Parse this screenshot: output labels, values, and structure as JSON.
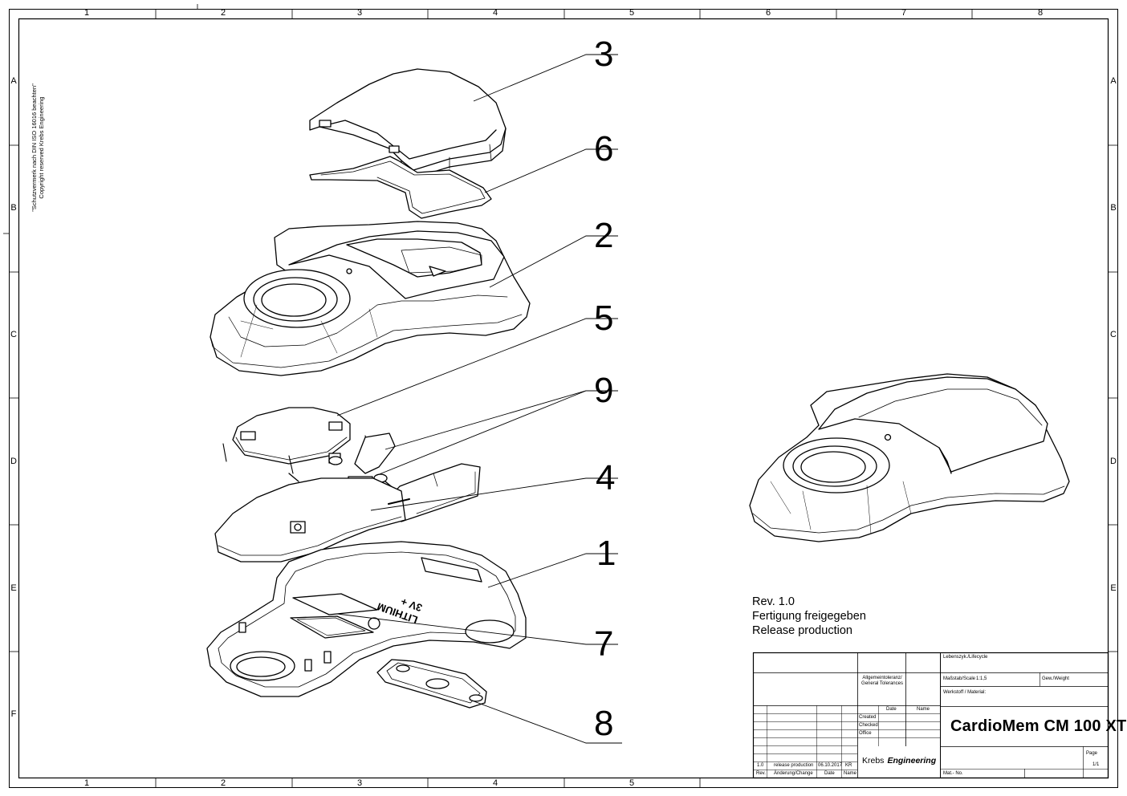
{
  "drawing": {
    "column_labels": [
      "1",
      "2",
      "3",
      "4",
      "5",
      "6",
      "7",
      "8"
    ],
    "row_labels": [
      "A",
      "B",
      "C",
      "D",
      "E",
      "F"
    ],
    "copyright_lines": [
      "\"Schutzvermerk nach DIN ISO 16016 beachten\"",
      "Copyright reserved Krebs Engineering"
    ],
    "callouts": [
      "3",
      "6",
      "2",
      "5",
      "9",
      "4",
      "1",
      "7",
      "8"
    ],
    "revision_note": [
      "Rev. 1.0",
      "Fertigung freigegeben",
      "Release production"
    ]
  },
  "title_block": {
    "lifecycle_label": "Lebenszyk./Lifecycle",
    "tolerances_label": [
      "Allgemeintoleranz/",
      "General Tolerances"
    ],
    "scale_label": "Maßstab/Scale",
    "scale_value": "1:1,5",
    "weight_label": "Gew./Weight",
    "material_label": "Werkstoff / Material:",
    "date_header": "Date",
    "name_header": "Name",
    "created_label": "Created",
    "checked_label": "Checked",
    "office_label": "Office",
    "product_title": "CardioMem CM 100 XT",
    "company_first": "Krebs",
    "company_second": "Engineering",
    "page_label": "Page",
    "page_value": "1/1",
    "mat_no_label": "Mat.- No.",
    "rev_row": {
      "rev": "1.0",
      "change": "release production",
      "date": "06.10.2017",
      "name": "KR"
    },
    "rev_headers": {
      "rev": "Rev.",
      "change": "Änderung/Change",
      "date": "Date",
      "name": "Name"
    }
  }
}
